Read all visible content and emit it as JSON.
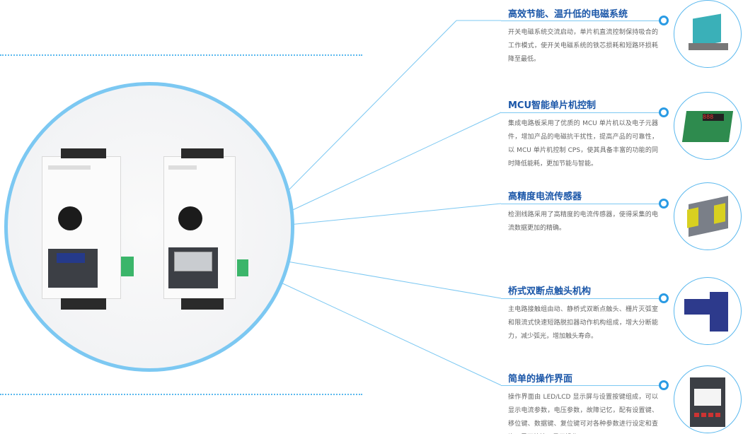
{
  "features": [
    {
      "title": "高效节能、温升低的电磁系统",
      "desc": "开关电磁系统交流启动，单片机直流控制保持吸合的工作模式，使开关电磁系统的铁芯损耗和短路环损耗降至最低。",
      "icon": "electromagnet-image"
    },
    {
      "title": "MCU智能单片机控制",
      "desc": "集成电路板采用了优质的 MCU 单片机以及电子元器件，增加产品的电磁抗干扰性，提高产品的可靠性，以 MCU 单片机控制 CPS，使其具备丰富的功能的同时降低能耗，更加节能与智能。",
      "icon": "circuit-board-image"
    },
    {
      "title": "高精度电流传感器",
      "desc": "检测线路采用了高精度的电流传感器，使得采集的电流数据更加的精确。",
      "icon": "current-sensor-image"
    },
    {
      "title": "桥式双断点触头机构",
      "desc": "主电路接触组由动、静桥式双断点触头、栅片灭弧室和限流式快速短路脱扣器动作机构组成，增大分断能力，减少弧光，增加触头寿命。",
      "icon": "contact-mechanism-image"
    },
    {
      "title": "简单的操作界面",
      "desc": "操作界面由 LED/LCD 显示屏与设置按键组成，可以显示电流参数，电压参数，故障记忆，配有设置键、移位键、数据键、复位键可对各种参数进行设定和查询，界面简洁，易于操作。",
      "icon": "operation-panel-image"
    }
  ],
  "colors": {
    "accent": "#1a56a8",
    "line": "#7cc8f2",
    "ring": "#2a9be4"
  }
}
